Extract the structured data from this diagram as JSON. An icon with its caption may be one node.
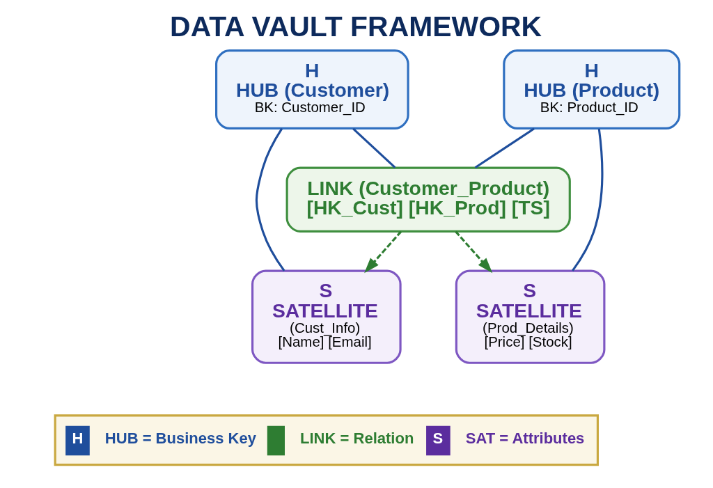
{
  "diagram": {
    "title": "DATA VAULT FRAMEWORK",
    "nodes": [
      {
        "text": [
          "H",
          "HUB (Customer)",
          "BK: Customer_ID"
        ]
      },
      {
        "text": [
          "H",
          "HUB (Product)",
          "BK: Product_ID"
        ]
      },
      {
        "text": [
          "LINK (Customer_Product)",
          "[HK_Cust] [HK_Prod] [TS]"
        ]
      },
      {
        "text": [
          "S",
          "SATELLITE",
          "(Cust_Info)",
          "[Name] [Email]"
        ]
      },
      {
        "text": [
          "S",
          "SATELLITE",
          "(Prod_Details)",
          "[Price] [Stock]"
        ]
      }
    ],
    "edges": [
      {
        "from": 0,
        "to": 3,
        "arrow": "none"
      },
      {
        "from": 1,
        "to": 4,
        "arrow": "none"
      },
      {
        "from": 0,
        "to": 2,
        "arrow": "none"
      },
      {
        "from": 2,
        "to": 1,
        "arrow": "none"
      },
      {
        "from": 2,
        "to": 3,
        "arrow": "to",
        "style": "dashed",
        "color": "#2e7d32"
      },
      {
        "from": 2,
        "to": 4,
        "arrow": "to",
        "style": "dashed",
        "color": "#2e7d32"
      }
    ],
    "labels": [
      "H",
      "S"
    ],
    "legend": [
      {
        "text": "HUB = Business Key",
        "color": "#1f4e9c"
      },
      {
        "text": "LINK = Relation",
        "color": "#2e7d32"
      },
      {
        "text": "SAT = Attributes",
        "color": "#5b2d9e"
      }
    ]
  }
}
